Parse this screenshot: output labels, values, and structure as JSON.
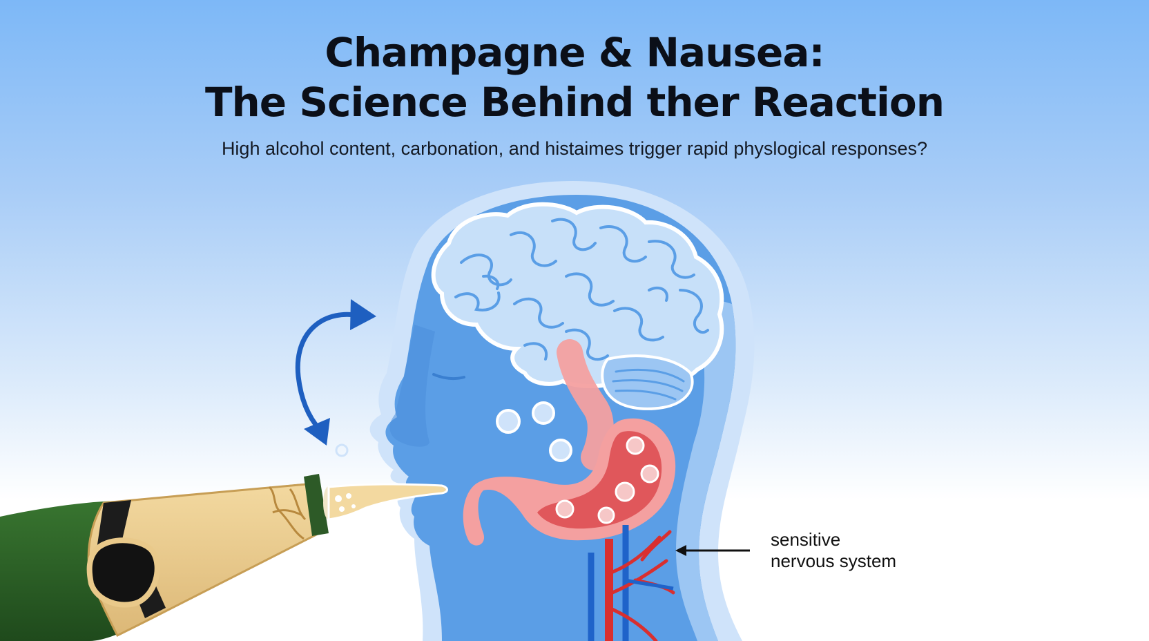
{
  "header": {
    "title_line_1": "Champagne & Nausea:",
    "title_line_2": "The Science Behind ther Reaction",
    "subtitle": "High alcohol content, carbonation, and histaimes trigger rapid physlogical responses?"
  },
  "callout": {
    "line_1": "sensitive",
    "line_2": "nervous system"
  },
  "colors": {
    "head": "#5b9ee6",
    "head_outline": "#cfe3fa",
    "brain_fill": "#c7e0f9",
    "brain_lines": "#5a9ee6",
    "esophagus": "#f4a0a0",
    "stomach": "#e0575b",
    "artery": "#d92f2f",
    "vein": "#1f63c9",
    "bottle_glass": "#2d5a27",
    "foil": "#e9c98a",
    "arrow": "#1e5fc0"
  },
  "icons": {
    "cycle_arrow": "curved-double-arrow-icon",
    "pointer_arrow": "left-arrow-icon"
  }
}
